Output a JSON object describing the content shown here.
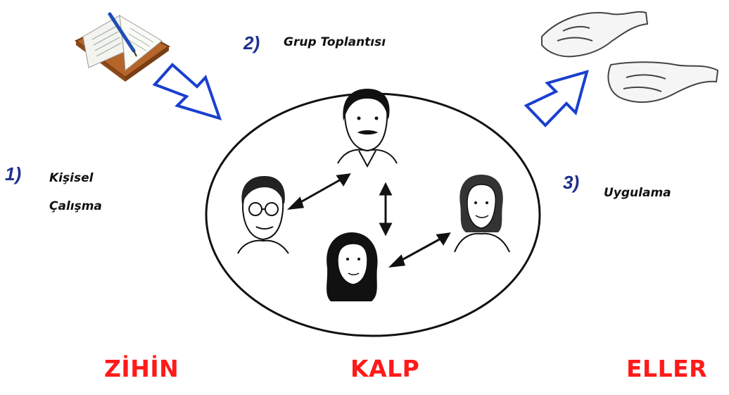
{
  "steps": [
    {
      "number": "1)",
      "label_line1": "Kişisel",
      "label_line2": "Çalışma"
    },
    {
      "number": "2)",
      "label": "Grup Toplantısı"
    },
    {
      "number": "3)",
      "label": "Uygulama"
    }
  ],
  "bottom_labels": {
    "left": "ZİHİN",
    "center": "KALP",
    "right": "ELLER"
  },
  "colors": {
    "accent_red": "#ff1a1a",
    "number_blue": "#1f2f8f",
    "arrow_blue": "#1a3fcf"
  },
  "icons": [
    "book-icon",
    "hands-icon",
    "person-icon"
  ]
}
